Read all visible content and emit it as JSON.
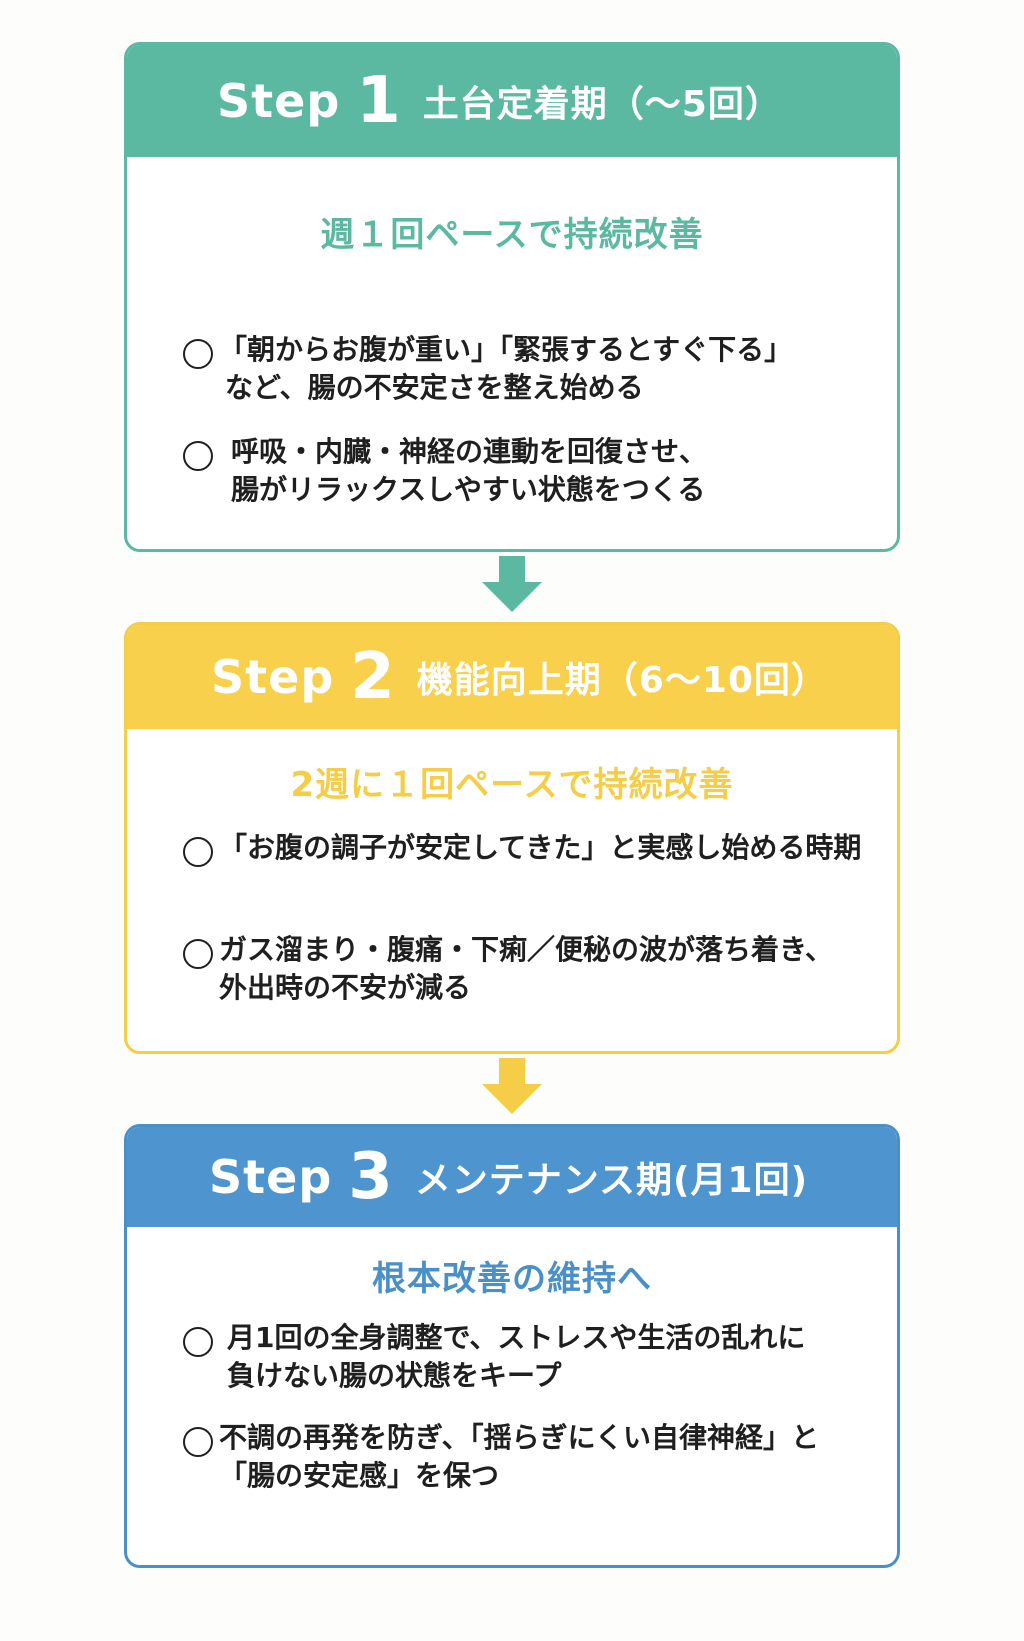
{
  "colors": {
    "step1": "#5bb9a1",
    "step2": "#f9d04c",
    "step3": "#4e95cf"
  },
  "steps": [
    {
      "word": "Step",
      "number": "1",
      "title": "土台定着期（〜5回）",
      "subtitle": "週１回ペースで持続改善",
      "bullets": [
        {
          "lines": [
            "「朝からお腹が重い」「緊張するとすぐ下る」",
            "など、腸の不安定さを整え始める"
          ]
        },
        {
          "lines": [
            "呼吸・内臓・神経の連動を回復させ、",
            "腸がリラックスしやすい状態をつくる"
          ]
        }
      ]
    },
    {
      "word": "Step",
      "number": "2",
      "title": "機能向上期（6〜10回）",
      "subtitle": "2週に１回ペースで持続改善",
      "bullets": [
        {
          "lines": [
            "「お腹の調子が安定してきた」と実感し始める時期"
          ]
        },
        {
          "lines": [
            "ガス溜まり・腹痛・下痢／便秘の波が落ち着き、",
            "外出時の不安が減る"
          ]
        }
      ]
    },
    {
      "word": "Step",
      "number": "3",
      "title": "メンテナンス期(月1回)",
      "subtitle": "根本改善の維持へ",
      "bullets": [
        {
          "lines": [
            "月1回の全身調整で、ストレスや生活の乱れに",
            "負けない腸の状態をキープ"
          ]
        },
        {
          "lines": [
            "不調の再発を防ぎ、「揺らぎにくい自律神経」と",
            "「腸の安定感」を保つ"
          ]
        }
      ]
    }
  ]
}
